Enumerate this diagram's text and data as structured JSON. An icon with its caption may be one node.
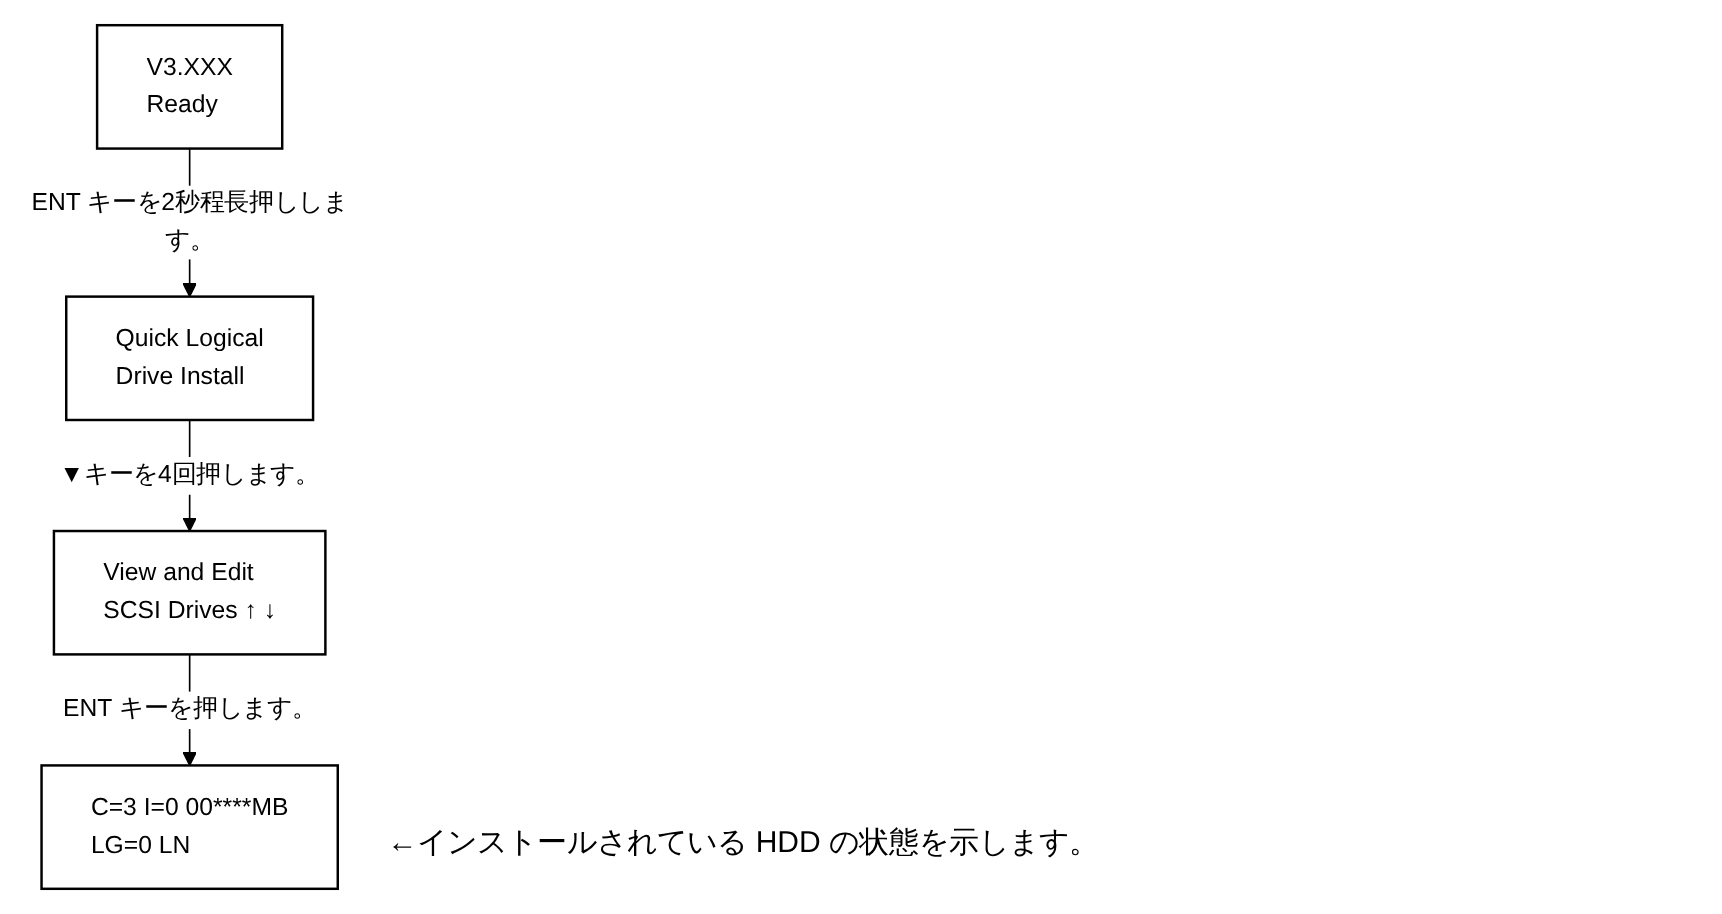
{
  "diagram": {
    "nodes": [
      {
        "text": [
          "V3.XXX",
          "Ready"
        ]
      },
      {
        "text": [
          "Quick Logical",
          "Drive Install"
        ]
      },
      {
        "text": [
          "View and Edit",
          "SCSI Drives ↑ ↓"
        ]
      },
      {
        "text": [
          "C=3 I=0 00****MB",
          "LG=0 LN"
        ],
        "beside": [
          "←インストールされている HDD の状態を示します。"
        ]
      }
    ],
    "edges": [
      {
        "from": 0,
        "to": 1,
        "arrow": "to",
        "label": "ENT キーを2秒程長押しします。"
      },
      {
        "from": 1,
        "to": 2,
        "arrow": "to",
        "label": "▼キーを4回押します。"
      },
      {
        "from": 2,
        "to": 3,
        "arrow": "to",
        "label": "ENT キーを押します。"
      }
    ]
  }
}
